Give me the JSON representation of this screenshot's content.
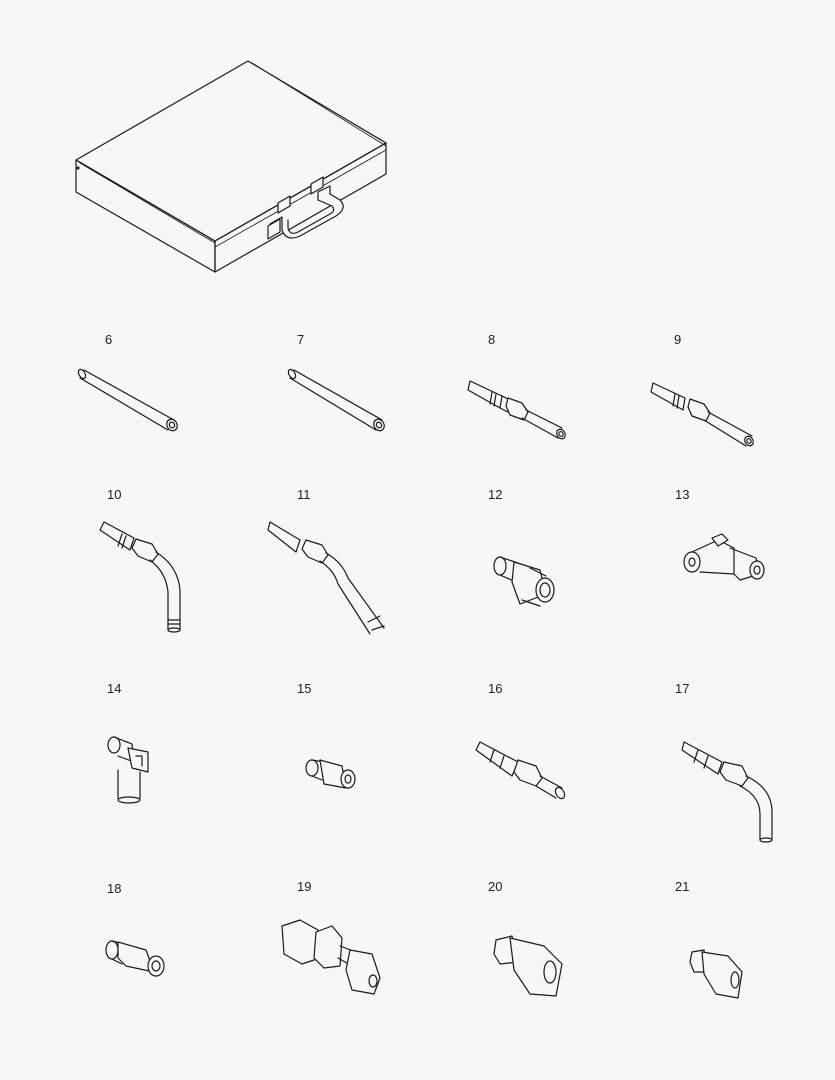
{
  "figure": {
    "type": "parts-illustration",
    "case": {
      "name": "carrying case"
    },
    "parts": [
      {
        "number": "6",
        "kind": "straight tube"
      },
      {
        "number": "7",
        "kind": "straight tube"
      },
      {
        "number": "8",
        "kind": "straight hose fitting with hex nut"
      },
      {
        "number": "9",
        "kind": "straight hose fitting with hex nut"
      },
      {
        "number": "10",
        "kind": "90° bent hose fitting"
      },
      {
        "number": "11",
        "kind": "45° bent hose fitting"
      },
      {
        "number": "12",
        "kind": "threaded adapter"
      },
      {
        "number": "13",
        "kind": "elbow push-in fitting"
      },
      {
        "number": "14",
        "kind": "swivel elbow fitting"
      },
      {
        "number": "15",
        "kind": "threaded adapter"
      },
      {
        "number": "16",
        "kind": "straight hose fitting"
      },
      {
        "number": "17",
        "kind": "90° bent hose fitting"
      },
      {
        "number": "18",
        "kind": "male connector"
      },
      {
        "number": "19",
        "kind": "bulkhead union"
      },
      {
        "number": "20",
        "kind": "female connector"
      },
      {
        "number": "21",
        "kind": "female connector (small)"
      }
    ]
  }
}
